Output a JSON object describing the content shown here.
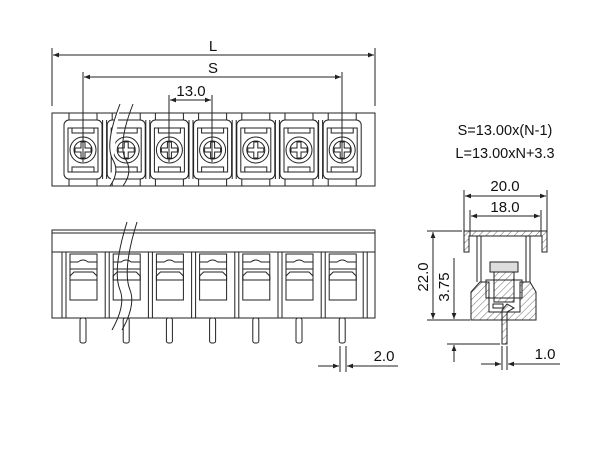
{
  "dimensions": {
    "overall_length": "L",
    "span": "S",
    "pitch": "13.0",
    "pin_width": "2.0",
    "width_outer": "20.0",
    "width_inner": "18.0",
    "height": "22.0",
    "pin_offset": "3.75",
    "pin_thickness": "1.0"
  },
  "formulas": {
    "s_formula": "S=13.00x(N-1)",
    "l_formula": "L=13.00xN+3.3"
  },
  "positions_count": 7,
  "colors": {
    "line": "#222222",
    "background": "#ffffff"
  }
}
